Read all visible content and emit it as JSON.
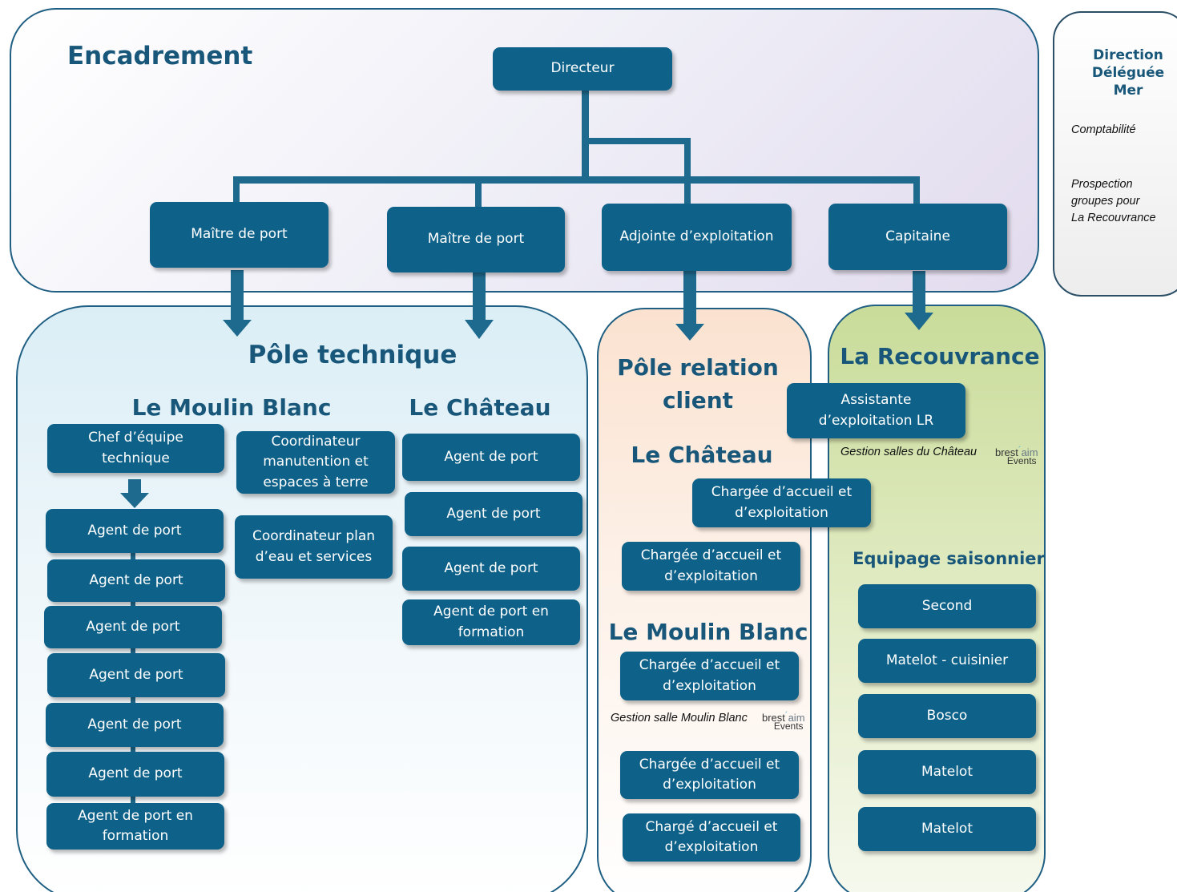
{
  "encadrement": {
    "title": "Encadrement",
    "directeur": "Directeur",
    "managers": [
      "Maître de port",
      "Maître de port",
      "Adjointe d’exploitation",
      "Capitaine"
    ]
  },
  "direction_deleguee": {
    "title": "Direction\nDéléguée Mer",
    "items": [
      "Comptabilité",
      "Prospection\ngroupes pour\nLa Recouvrance"
    ]
  },
  "pole_technique": {
    "title": "Pôle technique",
    "moulin_blanc": {
      "title": "Le Moulin Blanc",
      "chef": "Chef d’équipe\ntechnique",
      "agents": [
        "Agent de port",
        "Agent de port",
        "Agent de port",
        "Agent de port",
        "Agent de port",
        "Agent de port",
        "Agent de port en\nformation"
      ],
      "coordinateurs": [
        "Coordinateur\nmanutention et\nespaces à terre",
        "Coordinateur plan\nd’eau et services"
      ]
    },
    "chateau": {
      "title": "Le Château",
      "agents": [
        "Agent de port",
        "Agent de port",
        "Agent de port",
        "Agent de port en\nformation"
      ]
    }
  },
  "pole_relation": {
    "title": "Pôle relation\nclient",
    "chateau": {
      "title": "Le Château",
      "roles": [
        "Chargée d’accueil et\nd’exploitation",
        "Chargée d’accueil et\nd’exploitation"
      ]
    },
    "moulin_blanc": {
      "title": "Le Moulin Blanc",
      "roles": [
        "Chargée d’accueil et\nd’exploitation",
        "Chargée d’accueil et\nd’exploitation",
        "Chargé d’accueil et\nd’exploitation"
      ],
      "note": "Gestion salle Moulin Blanc"
    }
  },
  "recouvrance": {
    "title": "La Recouvrance",
    "assistante": "Assistante\nd’exploitation LR",
    "note": "Gestion salles du Château",
    "equipage_title": "Equipage saisonnier",
    "equipage": [
      "Second",
      "Matelot - cuisinier",
      "Bosco",
      "Matelot",
      "Matelot"
    ]
  },
  "logo": {
    "brand": "brest",
    "brand2": "aim",
    "sub": "Events"
  },
  "colors": {
    "box": "#0e6189",
    "heading": "#18577a",
    "line": "#1e6a8e"
  }
}
